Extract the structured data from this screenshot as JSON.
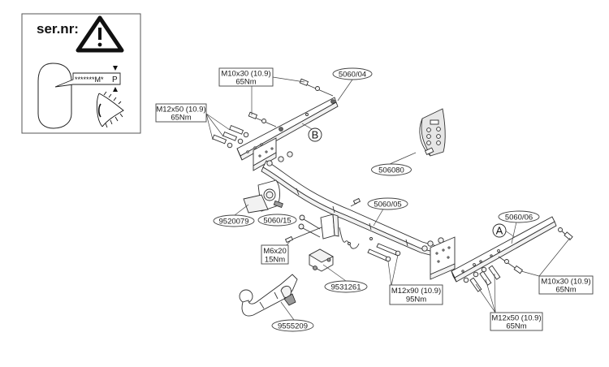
{
  "diagram": {
    "title": "Tow bar assembly exploded view",
    "serial_panel": {
      "label": "ser.nr:",
      "plate_text": "*******M*",
      "plate_suffix": "P",
      "warning_icon": "warning-triangle-icon",
      "eye_icon": "eye-icon"
    },
    "part_numbers": {
      "side_bracket_left": "5060/04",
      "side_bracket_right": "5060/06",
      "cross_beam": "5060/05",
      "bolt_kit": "506080",
      "socket_plate": "9520079",
      "socket_bracket": "5060/15",
      "electrics_module": "9531261",
      "tow_ball": "9555209"
    },
    "markers": {
      "left": "B",
      "right": "A"
    },
    "bolt_specs": {
      "left_m10": {
        "size": "M10x30 (10.9)",
        "torque": "65Nm"
      },
      "left_m12": {
        "size": "M12x50 (10.9)",
        "torque": "65Nm"
      },
      "center_m6": {
        "size": "M6x20",
        "torque": "15Nm"
      },
      "center_m12": {
        "size": "M12x90 (10.9)",
        "torque": "95Nm"
      },
      "right_m10": {
        "size": "M10x30 (10.9)",
        "torque": "65Nm"
      },
      "right_m12": {
        "size": "M12x50 (10.9)",
        "torque": "65Nm"
      }
    }
  }
}
